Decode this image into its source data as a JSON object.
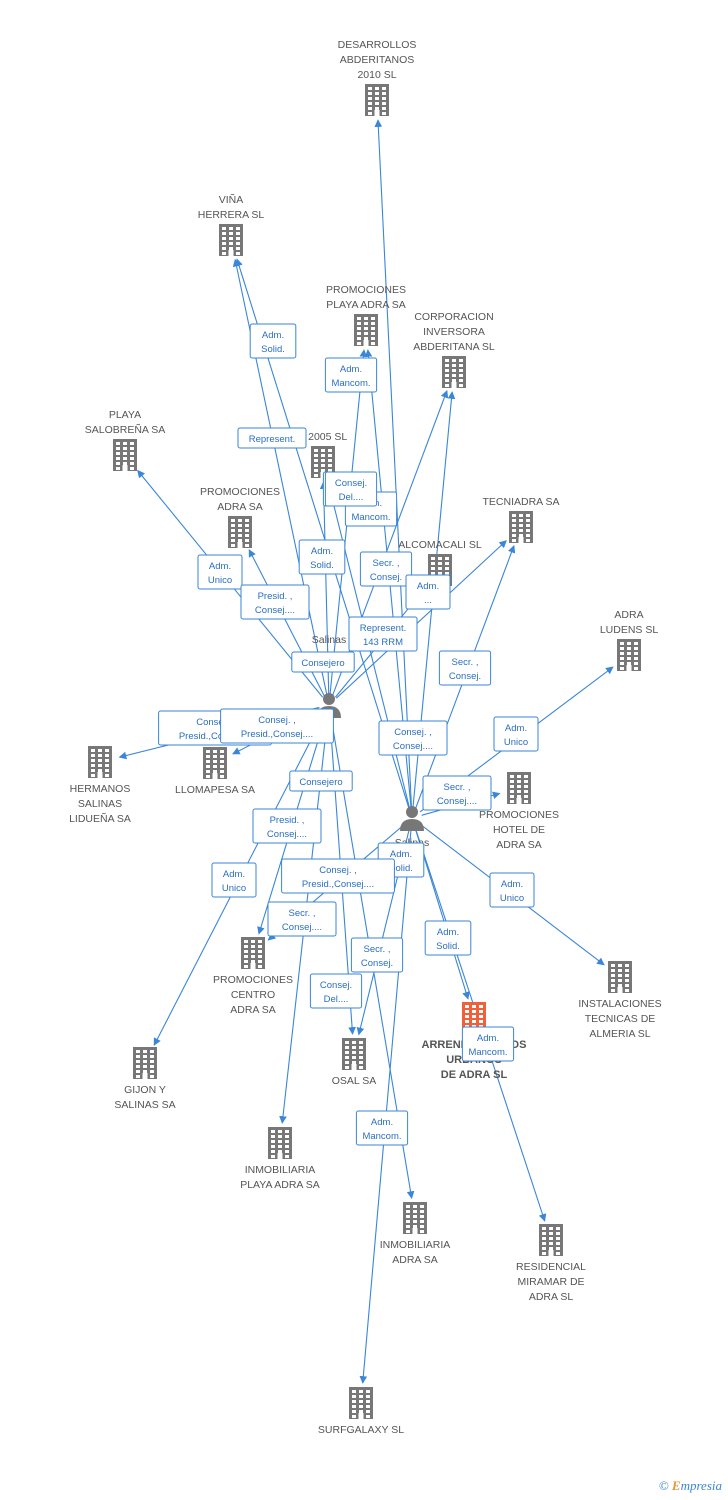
{
  "colors": {
    "edge": "#3a86d8",
    "building": "#777777",
    "main_building": "#f0603a",
    "label": "#555555"
  },
  "companies": [
    {
      "id": "desarrollos",
      "label": [
        "DESARROLLOS",
        "ABDERITANOS",
        "2010 SL"
      ],
      "icon": "building-icon"
    },
    {
      "id": "vina",
      "label": [
        "VIÑA",
        "HERRERA SL"
      ],
      "icon": "building-icon"
    },
    {
      "id": "promplaya",
      "label": [
        "PROMOCIONES",
        "PLAYA ADRA SA"
      ],
      "icon": "building-icon"
    },
    {
      "id": "corporacion",
      "label": [
        "CORPORACION",
        "INVERSORA",
        "ABDERITANA SL"
      ],
      "icon": "building-icon"
    },
    {
      "id": "playasalob",
      "label": [
        "PLAYA",
        "SALOBREÑA SA"
      ],
      "icon": "building-icon"
    },
    {
      "id": "a2005",
      "label": [
        "A 2005 SL"
      ],
      "icon": "building-icon"
    },
    {
      "id": "promadra",
      "label": [
        "PROMOCIONES",
        "ADRA SA"
      ],
      "icon": "building-icon"
    },
    {
      "id": "tecniadra",
      "label": [
        "TECNIADRA SA"
      ],
      "icon": "building-icon"
    },
    {
      "id": "alcomacali",
      "label": [
        "ALCOMACALI SL"
      ],
      "icon": "building-icon"
    },
    {
      "id": "adraludens",
      "label": [
        "ADRA",
        "LUDENS SL"
      ],
      "icon": "building-icon"
    },
    {
      "id": "hermanos",
      "label": [
        "HERMANOS",
        "SALINAS",
        "LIDUEÑA SA"
      ],
      "icon": "building-icon"
    },
    {
      "id": "llomapesa",
      "label": [
        "LLOMAPESA SA"
      ],
      "icon": "building-icon"
    },
    {
      "id": "promhotel",
      "label": [
        "PROMOCIONES",
        "HOTEL DE",
        "ADRA SA"
      ],
      "icon": "building-icon"
    },
    {
      "id": "instalaciones",
      "label": [
        "INSTALACIONES",
        "TECNICAS DE",
        "ALMERIA SL"
      ],
      "icon": "building-icon"
    },
    {
      "id": "promcentro",
      "label": [
        "PROMOCIONES",
        "CENTRO",
        "ADRA SA"
      ],
      "icon": "building-icon"
    },
    {
      "id": "gijon",
      "label": [
        "GIJON Y",
        "SALINAS SA"
      ],
      "icon": "building-icon"
    },
    {
      "id": "osal",
      "label": [
        "OSAL SA"
      ],
      "icon": "building-icon"
    },
    {
      "id": "arrend",
      "label": [
        "ARRENDAMIENTOS",
        "URBANOS",
        "DE ADRA SL"
      ],
      "icon": "building-icon",
      "main": true
    },
    {
      "id": "inmoplaya",
      "label": [
        "INMOBILIARIA",
        "PLAYA ADRA SA"
      ],
      "icon": "building-icon"
    },
    {
      "id": "inmoadra",
      "label": [
        "INMOBILIARIA",
        "ADRA SA"
      ],
      "icon": "building-icon"
    },
    {
      "id": "residencial",
      "label": [
        "RESIDENCIAL",
        "MIRAMAR DE",
        "ADRA SL"
      ],
      "icon": "building-icon"
    },
    {
      "id": "surfgalaxy",
      "label": [
        "SURFGALAXY SL"
      ],
      "icon": "building-icon"
    }
  ],
  "persons": [
    {
      "id": "p1",
      "label": [
        "Salinas",
        "...",
        "Antonio"
      ],
      "icon": "person-icon"
    },
    {
      "id": "p2",
      "label": [
        "Salinas",
        "...o",
        "...io"
      ],
      "icon": "person-icon"
    }
  ],
  "edges": [
    {
      "from": "p2",
      "to": "desarrollos",
      "label": []
    },
    {
      "from": "p1",
      "to": "vina",
      "label": [
        "Adm.",
        "Solid."
      ]
    },
    {
      "from": "p2",
      "to": "vina",
      "label": [
        "Represent."
      ]
    },
    {
      "from": "p1",
      "to": "promplaya",
      "label": [
        "Adm.",
        "Mancom."
      ]
    },
    {
      "from": "p2",
      "to": "promplaya",
      "label": []
    },
    {
      "from": "p1",
      "to": "corporacion",
      "label": []
    },
    {
      "from": "p2",
      "to": "corporacion",
      "label": []
    },
    {
      "from": "p1",
      "to": "playasalob",
      "label": [
        "Adm.",
        "Unico"
      ]
    },
    {
      "from": "p1",
      "to": "a2005",
      "label": [
        "Consej.",
        "Del...."
      ]
    },
    {
      "from": "p2",
      "to": "a2005",
      "label": [
        "Adm.",
        "Mancom."
      ]
    },
    {
      "from": "p1",
      "to": "promadra",
      "label": [
        "Presid. ,",
        "Consej...."
      ]
    },
    {
      "from": "p2",
      "to": "tecniadra",
      "label": [
        "Secr. ,",
        "Consej."
      ]
    },
    {
      "from": "p1",
      "to": "tecniadra",
      "label": [
        "Secr. ,",
        "Consej."
      ]
    },
    {
      "from": "p1",
      "to": "alcomacali",
      "label": [
        "Adm.",
        "..."
      ]
    },
    {
      "from": "p2",
      "to": "adraludens",
      "label": [
        "Adm.",
        "Unico"
      ]
    },
    {
      "from": "p1",
      "to": "hermanos",
      "label": [
        "Consej. ,",
        "Presid.,Consej...."
      ]
    },
    {
      "from": "p1",
      "to": "llomapesa",
      "label": [
        "Consejero"
      ]
    },
    {
      "from": "p2",
      "to": "promhotel",
      "label": [
        "Secr. ,",
        "Consej...."
      ]
    },
    {
      "from": "p2",
      "to": "instalaciones",
      "label": [
        "Adm.",
        "Unico"
      ]
    },
    {
      "from": "p1",
      "to": "promcentro",
      "label": [
        "Presid. ,",
        "Consej...."
      ]
    },
    {
      "from": "p2",
      "to": "promcentro",
      "label": [
        "Secr. ,",
        "Consej...."
      ]
    },
    {
      "from": "p1",
      "to": "gijon",
      "label": [
        "Adm.",
        "Unico"
      ]
    },
    {
      "from": "p1",
      "to": "osal",
      "label": [
        "Consej.",
        "Del...."
      ]
    },
    {
      "from": "p2",
      "to": "osal",
      "label": [
        "Secr. ,",
        "Consej."
      ]
    },
    {
      "from": "p2",
      "to": "arrend",
      "label": [
        "Adm.",
        "Solid."
      ]
    },
    {
      "from": "p1",
      "to": "inmoplaya",
      "label": [
        "Consej. ,",
        "Presid.,Consej...."
      ]
    },
    {
      "from": "p1",
      "to": "inmoadra",
      "label": []
    },
    {
      "from": "p2",
      "to": "residencial",
      "label": [
        "Adm.",
        "Mancom."
      ]
    },
    {
      "from": "p2",
      "to": "surfgalaxy",
      "label": [
        "Adm.",
        "Mancom."
      ]
    }
  ],
  "extra_labels": [
    {
      "text": [
        "Represent.",
        "143 RRM"
      ]
    },
    {
      "text": [
        "Consej.",
        "Del...."
      ]
    },
    {
      "text": [
        "Consejero"
      ]
    },
    {
      "text": [
        "Adm.",
        "Solid."
      ]
    },
    {
      "text": [
        "Consej. ,",
        "Consej...."
      ]
    },
    {
      "text": [
        "Consej. ,",
        "Presid.,Consej...."
      ]
    },
    {
      "text": [
        "Adm.",
        "Solid."
      ]
    }
  ],
  "brand": {
    "symbol": "©",
    "name_first": "E",
    "name_rest": "mpresia"
  }
}
